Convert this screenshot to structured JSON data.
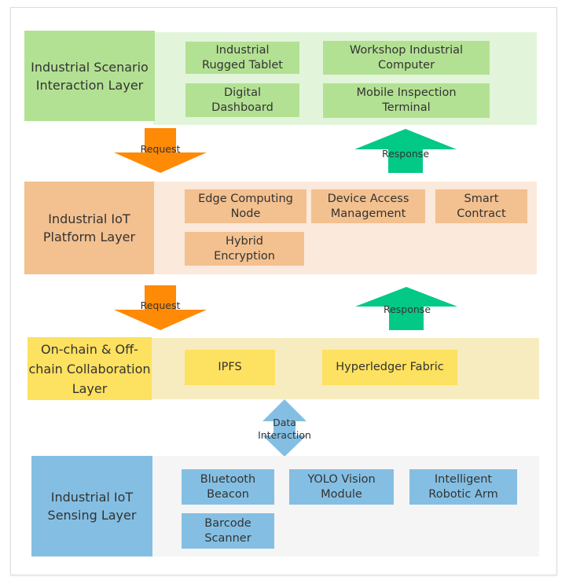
{
  "diagram": {
    "colors": {
      "scenario_label": "#b3e193",
      "scenario_band": "#e2f5da",
      "scenario_item": "#b3e193",
      "platform_label": "#f3c08f",
      "platform_band": "#fbe9db",
      "platform_item": "#f3c08f",
      "collab_label": "#fde160",
      "collab_band": "#f6ecbf",
      "collab_item": "#fde160",
      "sensing_label": "#84bfe3",
      "sensing_band": "#f5f5f5",
      "sensing_item": "#84bfe3",
      "request_arrow": "#fe8a06",
      "response_arrow": "#02c985",
      "data_arrow": "#84bfe3"
    },
    "layers": [
      {
        "id": "scenario",
        "label": "Industrial Scenario\nInteraction Layer",
        "items": [
          "Industrial\nRugged Tablet",
          "Workshop Industrial\nComputer",
          "Digital\nDashboard",
          "Mobile Inspection\nTerminal"
        ]
      },
      {
        "id": "platform",
        "label": "Industrial IoT\nPlatform Layer",
        "items": [
          "Edge Computing\nNode",
          "Device Access\nManagement",
          "Smart\nContract",
          "Hybrid\nEncryption"
        ]
      },
      {
        "id": "collab",
        "label": "On-chain & Off-\nchain Collaboration\nLayer",
        "items": [
          "IPFS",
          "Hyperledger Fabric"
        ]
      },
      {
        "id": "sensing",
        "label": "Industrial IoT\nSensing Layer",
        "items": [
          "Bluetooth\nBeacon",
          "YOLO Vision\nModule",
          "Intelligent\nRobotic Arm",
          "Barcode\nScanner"
        ]
      }
    ],
    "arrows": {
      "request_1": "Request",
      "response_1": "Response",
      "request_2": "Request",
      "response_2": "Response",
      "data_interaction": "Data\nInteraction"
    }
  }
}
